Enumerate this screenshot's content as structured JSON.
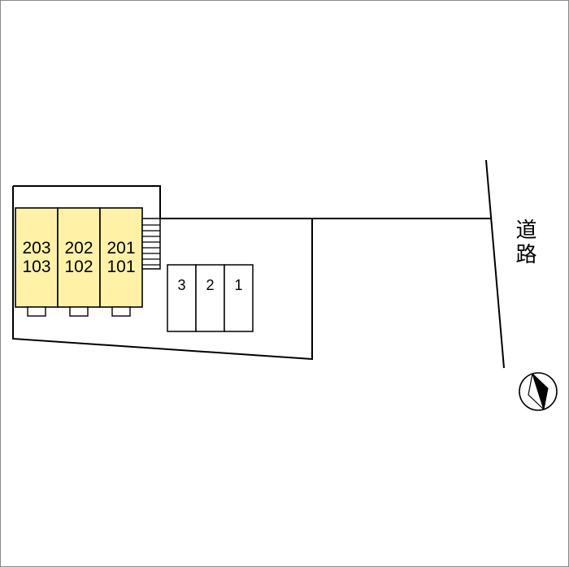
{
  "canvas": {
    "background": "#ffffff",
    "frame": "#888888"
  },
  "colors": {
    "line": "#000000",
    "unit_fill": "#FFF1A6",
    "white": "#ffffff"
  },
  "building": {
    "units": [
      {
        "upper": "203",
        "lower": "103"
      },
      {
        "upper": "202",
        "lower": "102"
      },
      {
        "upper": "201",
        "lower": "101"
      }
    ]
  },
  "parking": {
    "spaces": [
      {
        "label": "3"
      },
      {
        "label": "2"
      },
      {
        "label": "1"
      }
    ]
  },
  "road": {
    "label": "道路"
  },
  "icons": {
    "stairs": "hatched-rectangle",
    "north_arrow": "compass-needle-in-circle"
  }
}
